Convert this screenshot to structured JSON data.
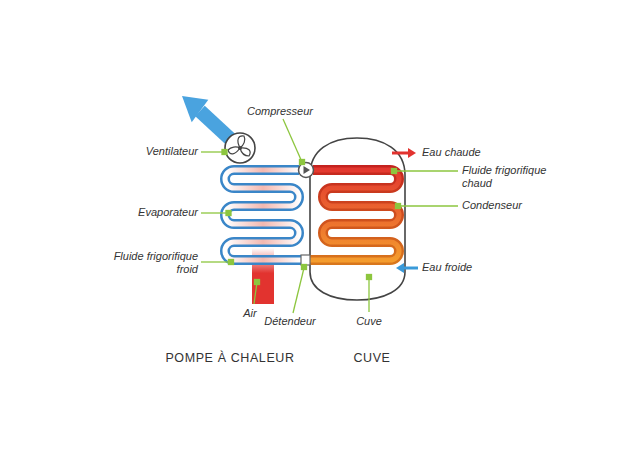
{
  "diagram": {
    "labels": [
      "Compresseur",
      "Ventilateur",
      "Evaporateur",
      "Fluide frigorifique froid",
      "Air",
      "Détendeur",
      "Eau chaude",
      "Fluide frigorifique chaud",
      "Condenseur",
      "Eau froide",
      "Cuve",
      "POMPE À CHALEUR",
      "CUVE"
    ]
  }
}
